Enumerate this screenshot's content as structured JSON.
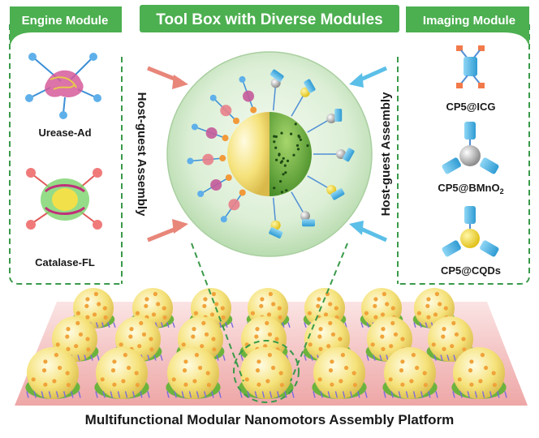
{
  "title": "Tool Box with Diverse Modules",
  "engine_module": {
    "heading": "Engine Module",
    "items": [
      {
        "label": "Urease-Ad"
      },
      {
        "label": "Catalase-FL"
      }
    ]
  },
  "imaging_module": {
    "heading": "Imaging Module",
    "items": [
      {
        "label": "CP5@ICG"
      },
      {
        "label_main": "CP5@BMnO",
        "label_sub": "2"
      },
      {
        "label": "CP5@CQDs"
      }
    ]
  },
  "assembly_label": "Host-guest Assembly",
  "caption": "Multifunctional Modular Nanomotors Assembly Platform",
  "colors": {
    "banner_green": "#4caf50",
    "dash_green": "#3a9a4a",
    "arrow_red": "#e8867a",
    "arrow_blue": "#5bbfe8",
    "module_blue": "#4fb6e6",
    "sphere_yellow": "#f5e27a",
    "sphere_green": "#6cb33e",
    "platform_pink": "#f2b8b8"
  }
}
